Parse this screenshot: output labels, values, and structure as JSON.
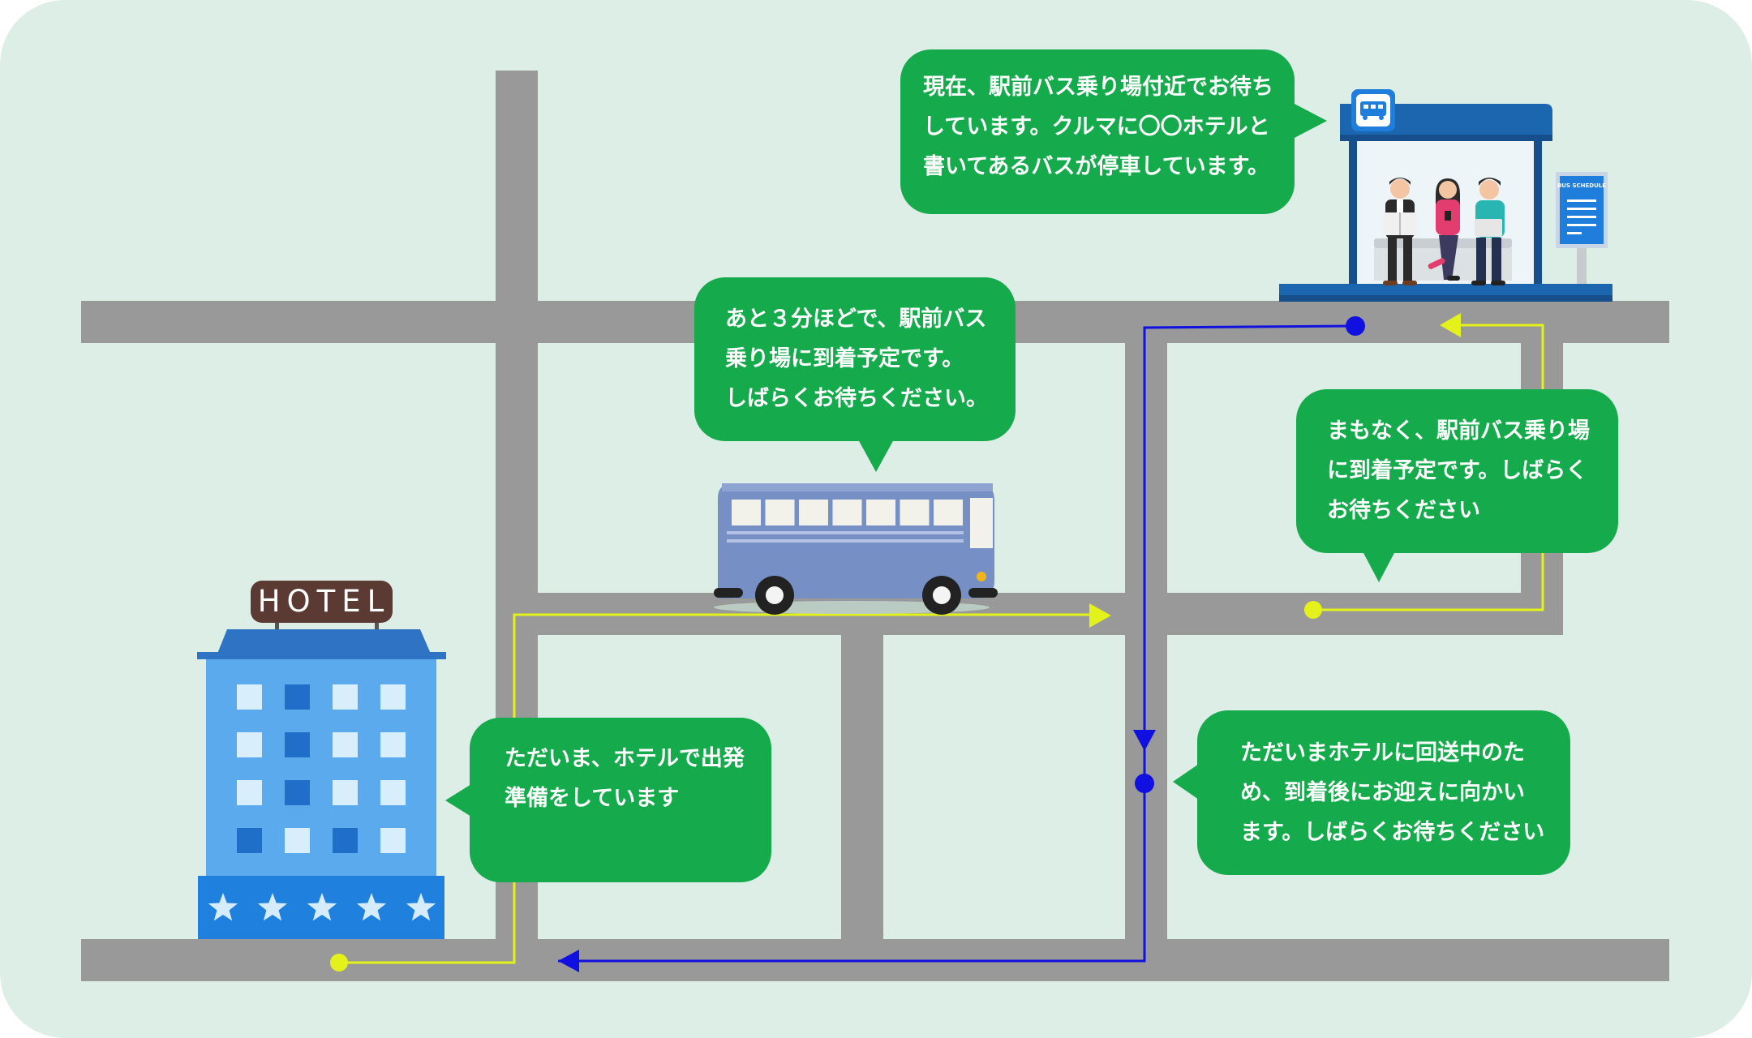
{
  "colors": {
    "background": "#DDEEE6",
    "road": "#999999",
    "bubble": "#15AA4B",
    "route_yellow": "#E4F21C",
    "route_blue": "#1010E0",
    "hotel_blue": "#5BAAEE"
  },
  "hotel": {
    "sign_text": "HOTEL",
    "star_count": 5
  },
  "bus_stop": {
    "sign_text": "BUS SCHEDULE"
  },
  "bubbles": {
    "station": [
      "現在、駅前バス乗り場付近でお待ち",
      "しています。クルマに〇〇ホテルと",
      "書いてあるバスが停車しています。"
    ],
    "bus": [
      "あと３分ほどで、駅前バス",
      "乗り場に到着予定です。",
      "しばらくお待ちください。"
    ],
    "soon": [
      "まもなく、駅前バス乗り場",
      "に到着予定です。しばらく",
      "お待ちください"
    ],
    "hotel": [
      "ただいま、ホテルで出発",
      "準備をしています"
    ],
    "return": [
      "ただいまホテルに回送中のた",
      "め、到着後にお迎えに向かい",
      "ます。しばらくお待ちください"
    ]
  }
}
